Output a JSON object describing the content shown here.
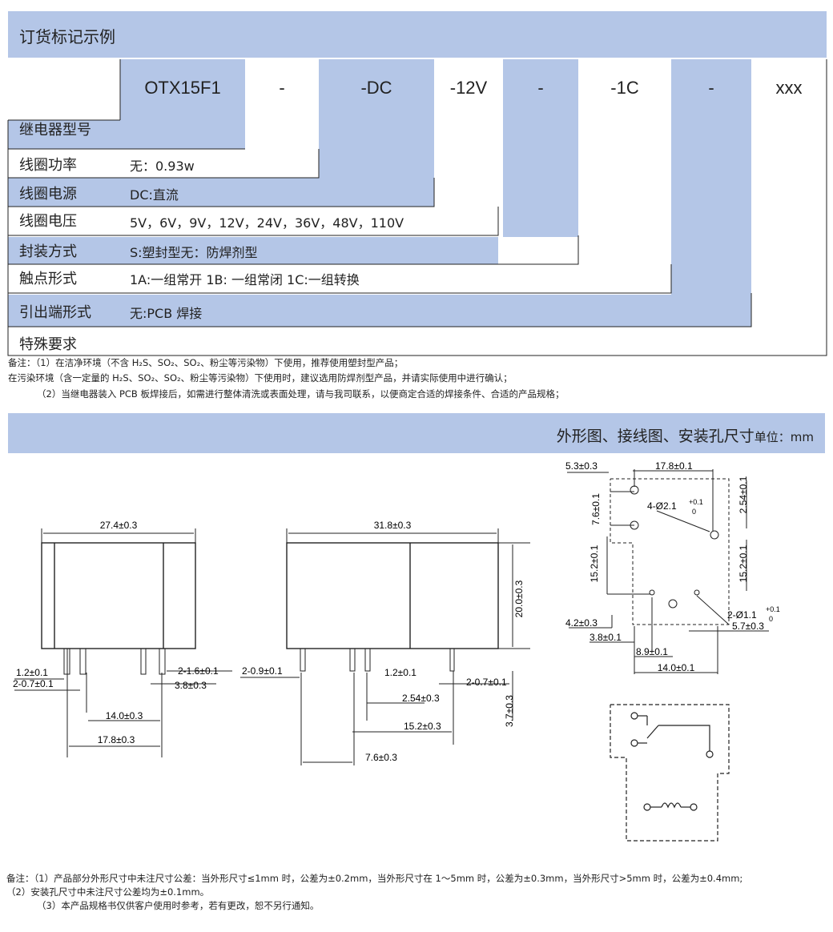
{
  "order": {
    "title": "订货标记示例",
    "code_parts": [
      "OTX15F1",
      "-",
      "-DC",
      "-12V",
      "-",
      "-1C",
      "-",
      "xxx"
    ],
    "rows": [
      {
        "label": "继电器型号",
        "value": ""
      },
      {
        "label": "线圈功率",
        "value": "无：0.93w"
      },
      {
        "label": "线圈电源",
        "value": "DC:直流"
      },
      {
        "label": "线圈电压",
        "value": "5V，6V，9V，12V，24V，36V，48V，110V"
      },
      {
        "label": "封装方式",
        "value": "S:塑封型无：防焊剂型"
      },
      {
        "label": "触点形式",
        "value": "1A:一组常开  1B: 一组常闭  1C:一组转换"
      },
      {
        "label": "引出端形式",
        "value": "无:PCB 焊接"
      },
      {
        "label": "特殊要求",
        "value": ""
      }
    ],
    "notes": [
      "备注：（1）在洁净环境（不含 H₂S、SO₂、SO₂、粉尘等污染物）下使用，推荐使用塑封型产品；",
      "在污染环境（含一定量的 H₂S、SO₂、SO₂、粉尘等污染物）下使用时，建议选用防焊剂型产品，并请实际使用中进行确认；",
      "（2）当继电器装入 PCB 板焊接后，如需进行整体清洗或表面处理，请与我司联系，以便商定合适的焊接条件、合适的产品规格；"
    ]
  },
  "dims": {
    "title": "外形图、接线图、安装孔尺寸",
    "unit": "单位：mm",
    "front_view": {
      "width": "27.4±0.3",
      "pin_w": "1.2±0.1",
      "pin_t": "2-0.7±0.1",
      "pin_b": "2-1.6±0.1",
      "gap": "3.8±0.3",
      "span1": "14.0±0.3",
      "span2": "17.8±0.3"
    },
    "side_view": {
      "length": "31.8±0.3",
      "height": "20.0±0.3",
      "pin_a": "2-0.9±0.1",
      "pin_w": "1.2±0.1",
      "pin_c": "2-0.7±0.1",
      "pitch": "2.54±0.3",
      "span": "15.2±0.3",
      "offset": "7.6±0.3",
      "pin_len": "3.7±0.3"
    },
    "holes": {
      "a": "5.3±0.3",
      "b": "17.8±0.1",
      "c": "7.6±0.1",
      "d": "4-Ø2.1",
      "d_tol_top": "+0.1",
      "d_tol_bot": "0",
      "e": "2.54±0.1",
      "f": "15.2±0.1",
      "g": "15.2±0.1",
      "h": "2-Ø1.1",
      "h_tol_top": "+0.1",
      "h_tol_bot": "0",
      "i": "4.2±0.3",
      "j": "3.8±0.1",
      "k": "8.9±0.1",
      "l": "14.0±0.1",
      "m": "5.7±0.3"
    },
    "notes": [
      "备注：（1）产品部分外形尺寸中未注尺寸公差：当外形尺寸≤1mm 时，公差为±0.2mm，当外形尺寸在 1～5mm 时，公差为±0.3mm，当外形尺寸>5mm 时，公差为±0.4mm;",
      "（2）安装孔尺寸中未注尺寸公差均为±0.1mm。",
      "（3）本产品规格书仅供客户使用时参考，若有更改，恕不另行通知。"
    ]
  }
}
